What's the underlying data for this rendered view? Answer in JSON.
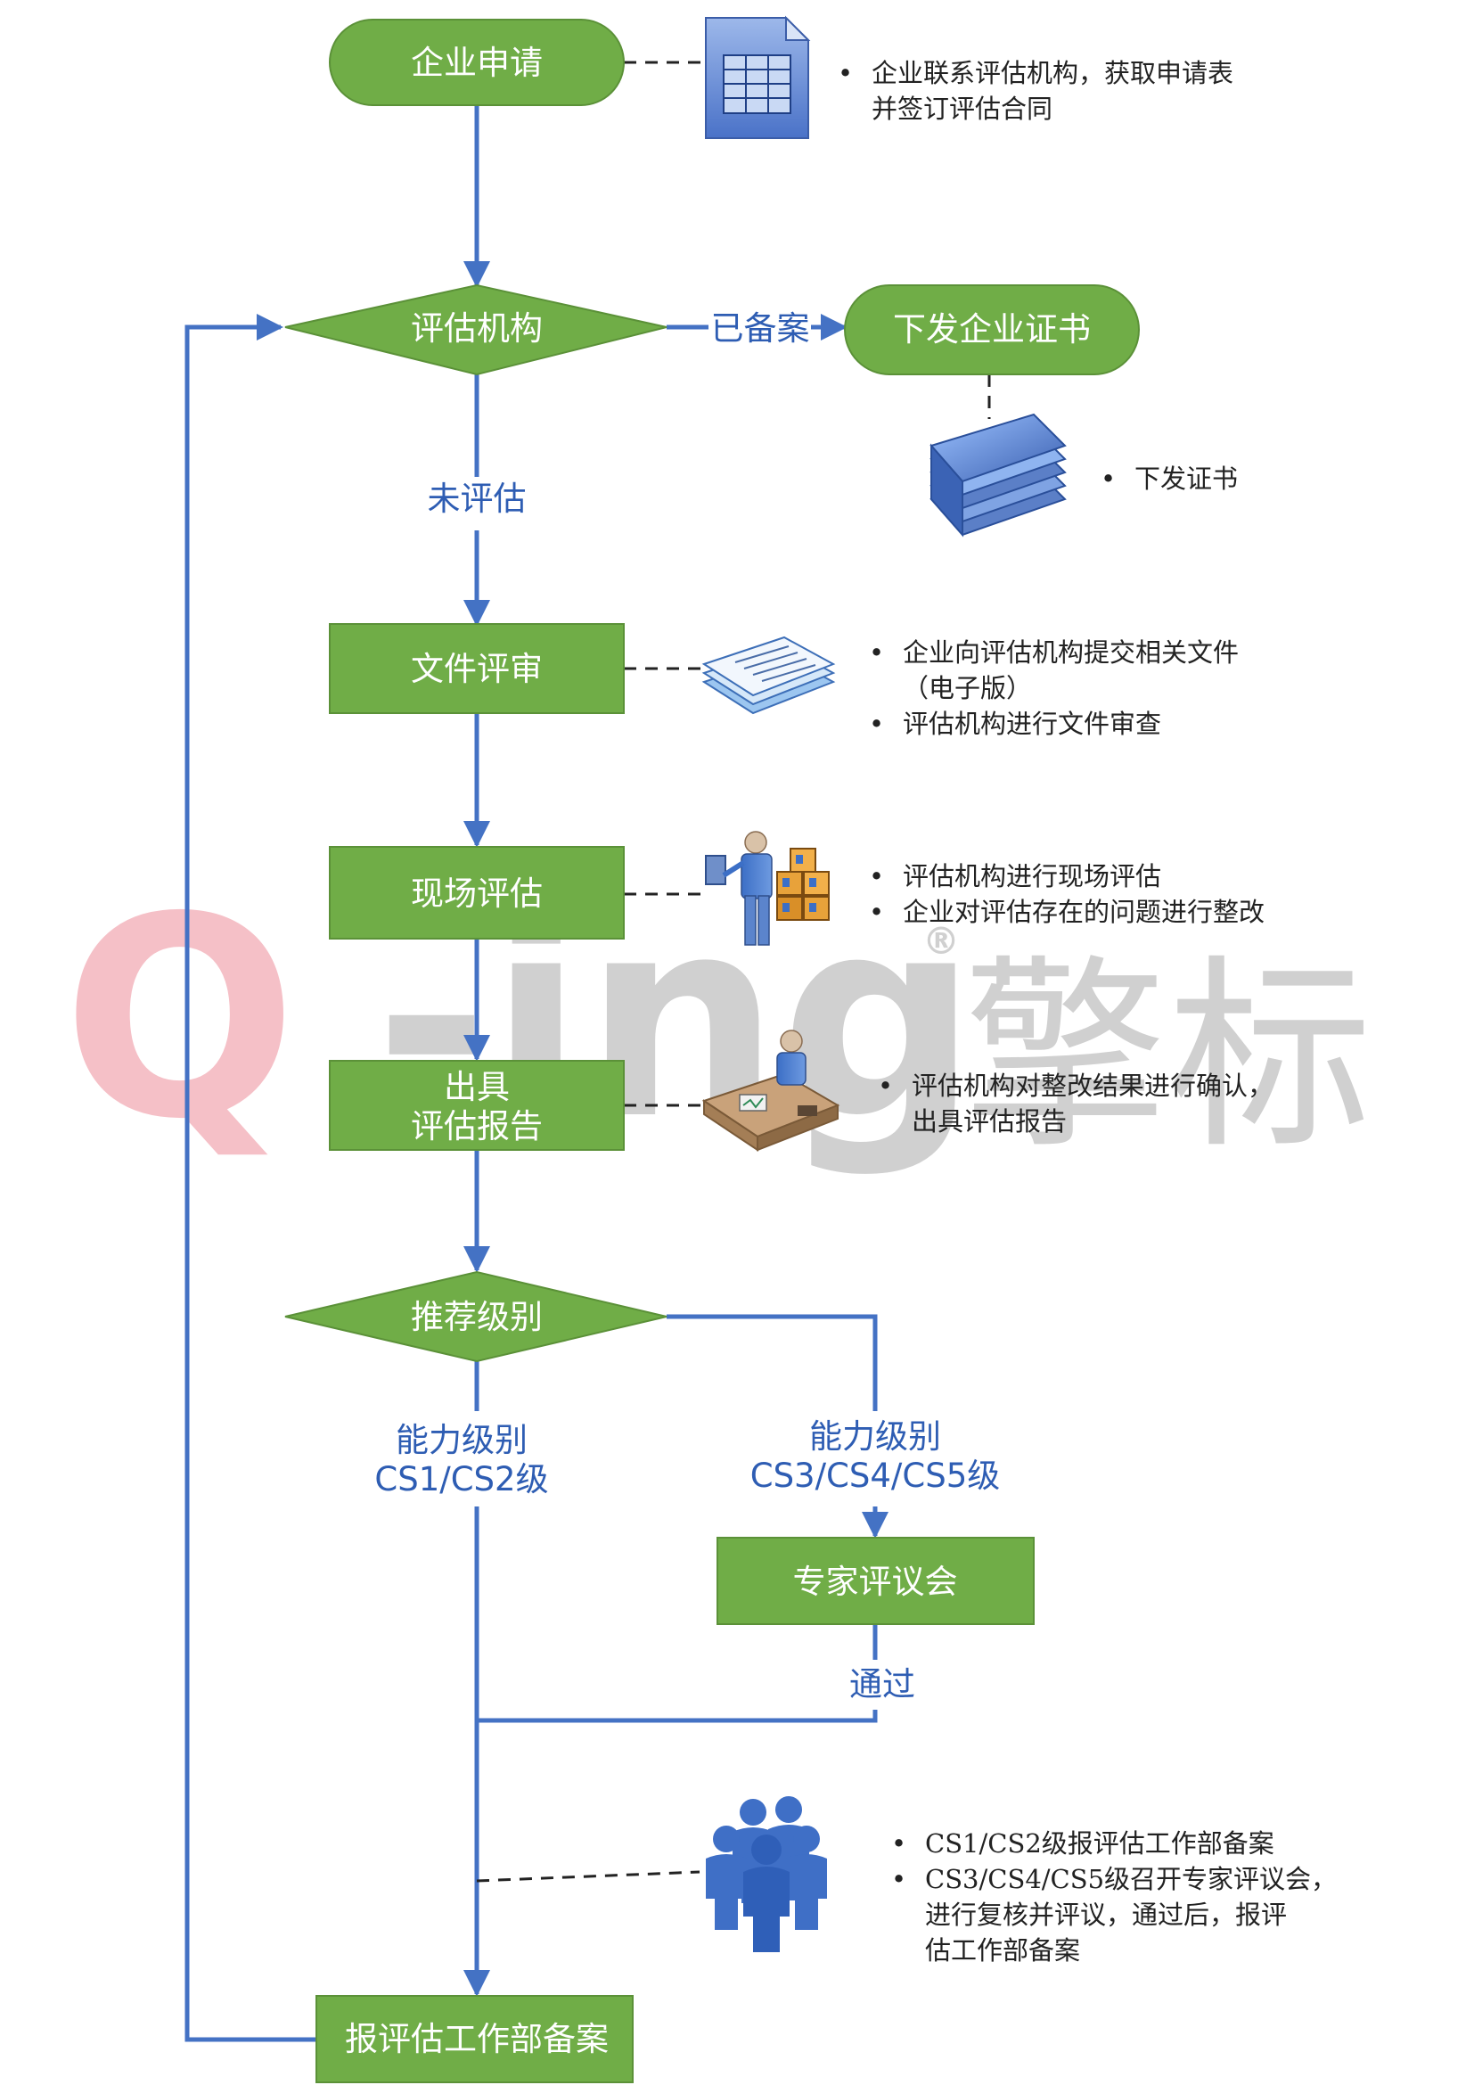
{
  "colors": {
    "node_fill": "#70AD47",
    "node_border": "#5b9138",
    "line": "#4472C4",
    "text_blue": "#2E5DB3",
    "watermark_red": "#F4B6BE",
    "watermark_gray": "#C8C8C8"
  },
  "watermark": {
    "latin": "Q-ing",
    "reg": "®",
    "cjk": "擎标"
  },
  "nodes": {
    "apply": "企业申请",
    "agency": "评估机构",
    "certificate": "下发企业证书",
    "doc_review": "文件评审",
    "site_assess": "现场评估",
    "report_line1": "出具",
    "report_line2": "评估报告",
    "recommend": "推荐级别",
    "expert_meeting": "专家评议会",
    "filing": "报评估工作部备案"
  },
  "edge_labels": {
    "filed": "已备案",
    "not_assessed": "未评估",
    "level_low_1": "能力级别",
    "level_low_2": "CS1/CS2级",
    "level_high_1": "能力级别",
    "level_high_2": "CS3/CS4/CS5级",
    "passed": "通过"
  },
  "notes": {
    "apply": {
      "item1_line1": "企业联系评估机构，获取申请表",
      "item1_line2": "并签订评估合同"
    },
    "certificate": {
      "item1": "下发证书"
    },
    "doc_review": {
      "item1_line1": "企业向评估机构提交相关文件",
      "item1_line2": "（电子版）",
      "item2": "评估机构进行文件审查"
    },
    "site_assess": {
      "item1": "评估机构进行现场评估",
      "item2": "企业对评估存在的问题进行整改"
    },
    "report": {
      "item1_line1": "评估机构对整改结果进行确认，",
      "item1_line2": "出具评估报告"
    },
    "filing": {
      "item1": "CS1/CS2级报评估工作部备案",
      "item2_line1": "CS3/CS4/CS5级召开专家评议会，",
      "item2_line2": "进行复核并评议，通过后，报评",
      "item2_line3": "估工作部备案"
    }
  },
  "icons": {
    "apply": "spreadsheet-form-icon",
    "certificate": "certificate-stack-icon",
    "doc_review": "document-stack-icon",
    "site_assess": "inspector-boxes-icon",
    "report": "person-at-desk-icon",
    "filing": "group-of-people-icon"
  }
}
